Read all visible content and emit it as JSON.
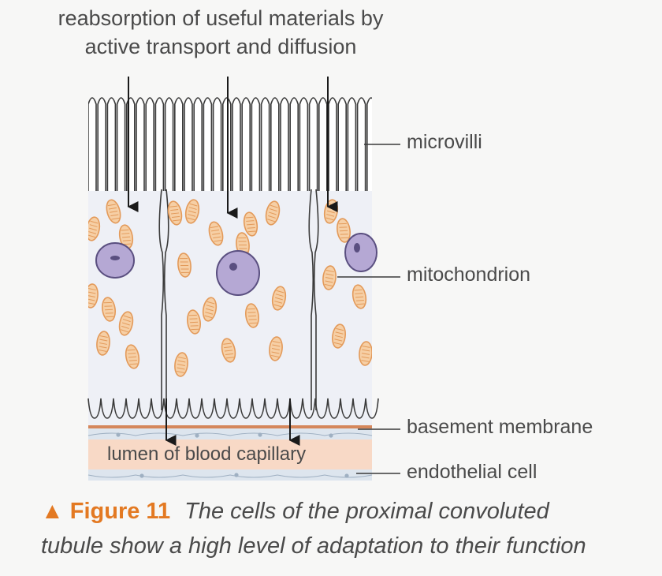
{
  "heading": {
    "line1": "reabsorption of useful materials by",
    "line2": "active transport and diffusion"
  },
  "labels": {
    "microvilli": "microvilli",
    "mitochondrion": "mitochondrion",
    "basement_membrane": "basement membrane",
    "endothelial_cell": "endothelial cell",
    "lumen": "lumen of blood capillary"
  },
  "caption": {
    "icon": "triangle-icon",
    "figure_number": "Figure 11",
    "line1": "The cells of the proximal convoluted",
    "line2": "tubule show a high level of adaptation to their function"
  },
  "colors": {
    "cell_fill": "#eef0f6",
    "mitochondrion_fill": "#f6cfa5",
    "mitochondrion_stroke": "#e39a5a",
    "nucleus_fill": "#b5a8d4",
    "nucleus_stroke": "#5a4f80",
    "membrane_line": "#d5875c",
    "capillary_fill": "#f8d9c6",
    "accent": "#e37922"
  }
}
